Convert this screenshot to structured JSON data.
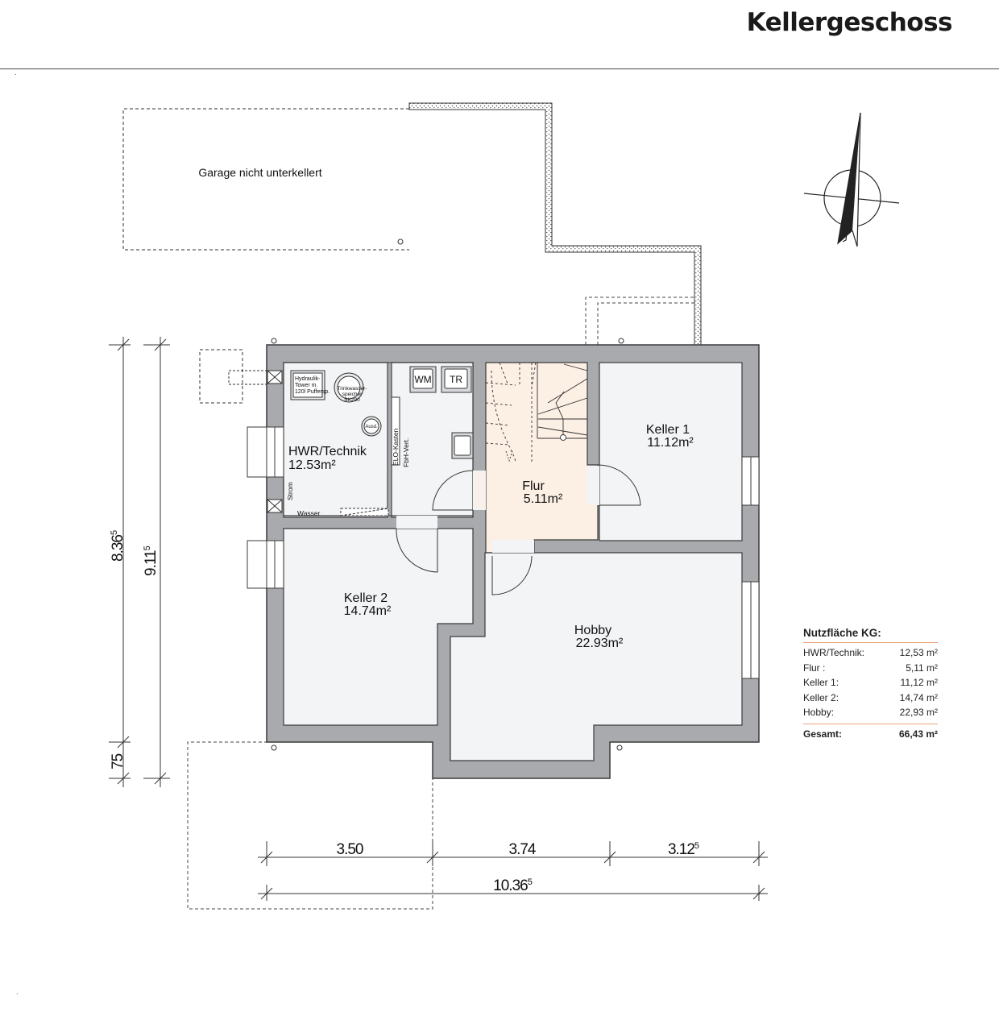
{
  "header": {
    "title": "Kellergeschoss"
  },
  "garage": {
    "label": "Garage nicht unterkellert"
  },
  "rooms": [
    {
      "id": "hwr",
      "name": "HWR/Technik",
      "area": "12.53m²"
    },
    {
      "id": "flur",
      "name": "Flur",
      "area": "5.11m²"
    },
    {
      "id": "keller1",
      "name": "Keller 1",
      "area": "11.12m²"
    },
    {
      "id": "keller2",
      "name": "Keller 2",
      "area": "14.74m²"
    },
    {
      "id": "hobby",
      "name": "Hobby",
      "area": "22.93m²"
    }
  ],
  "fixtures": {
    "wm": "WM",
    "tr": "TR",
    "hydraulik": [
      "Hydraulik-",
      "Tower m.",
      "120l Puffersp."
    ],
    "speicher": [
      "Trinkwasser-",
      "speicher",
      "SK290"
    ],
    "ausd": "Ausd.",
    "elo": "ELO-Kasten",
    "fbh": "FbH-Vert.",
    "strom": "Strom",
    "wasser": "Wasser"
  },
  "dimensions": {
    "height_outer": {
      "main": "8.36",
      "sup": "5"
    },
    "height_total": {
      "main": "9.11",
      "sup": "5"
    },
    "height_small": "75",
    "bottom": [
      {
        "main": "3.50",
        "sup": ""
      },
      {
        "main": "3.74",
        "sup": ""
      },
      {
        "main": "3.12",
        "sup": "5"
      }
    ],
    "total": {
      "main": "10.36",
      "sup": "5"
    }
  },
  "area_table": {
    "title": "Nutzfläche KG:",
    "rows": [
      {
        "label": "HWR/Technik:",
        "value": "12,53 m²"
      },
      {
        "label": "Flur :",
        "value": "5,11 m²"
      },
      {
        "label": "Keller 1:",
        "value": "11,12 m²"
      },
      {
        "label": "Keller 2:",
        "value": "14,74 m²"
      },
      {
        "label": "Hobby:",
        "value": "22,93 m²"
      }
    ],
    "total_label": "Gesamt:",
    "total_value": "66,43 m²"
  },
  "colors": {
    "wall": "#a9aaae",
    "wall_stroke": "#3a3a3a",
    "room_fill": "#f3f4f5",
    "flur_fill": "#fcefe4",
    "accent": "#e9a27a"
  }
}
